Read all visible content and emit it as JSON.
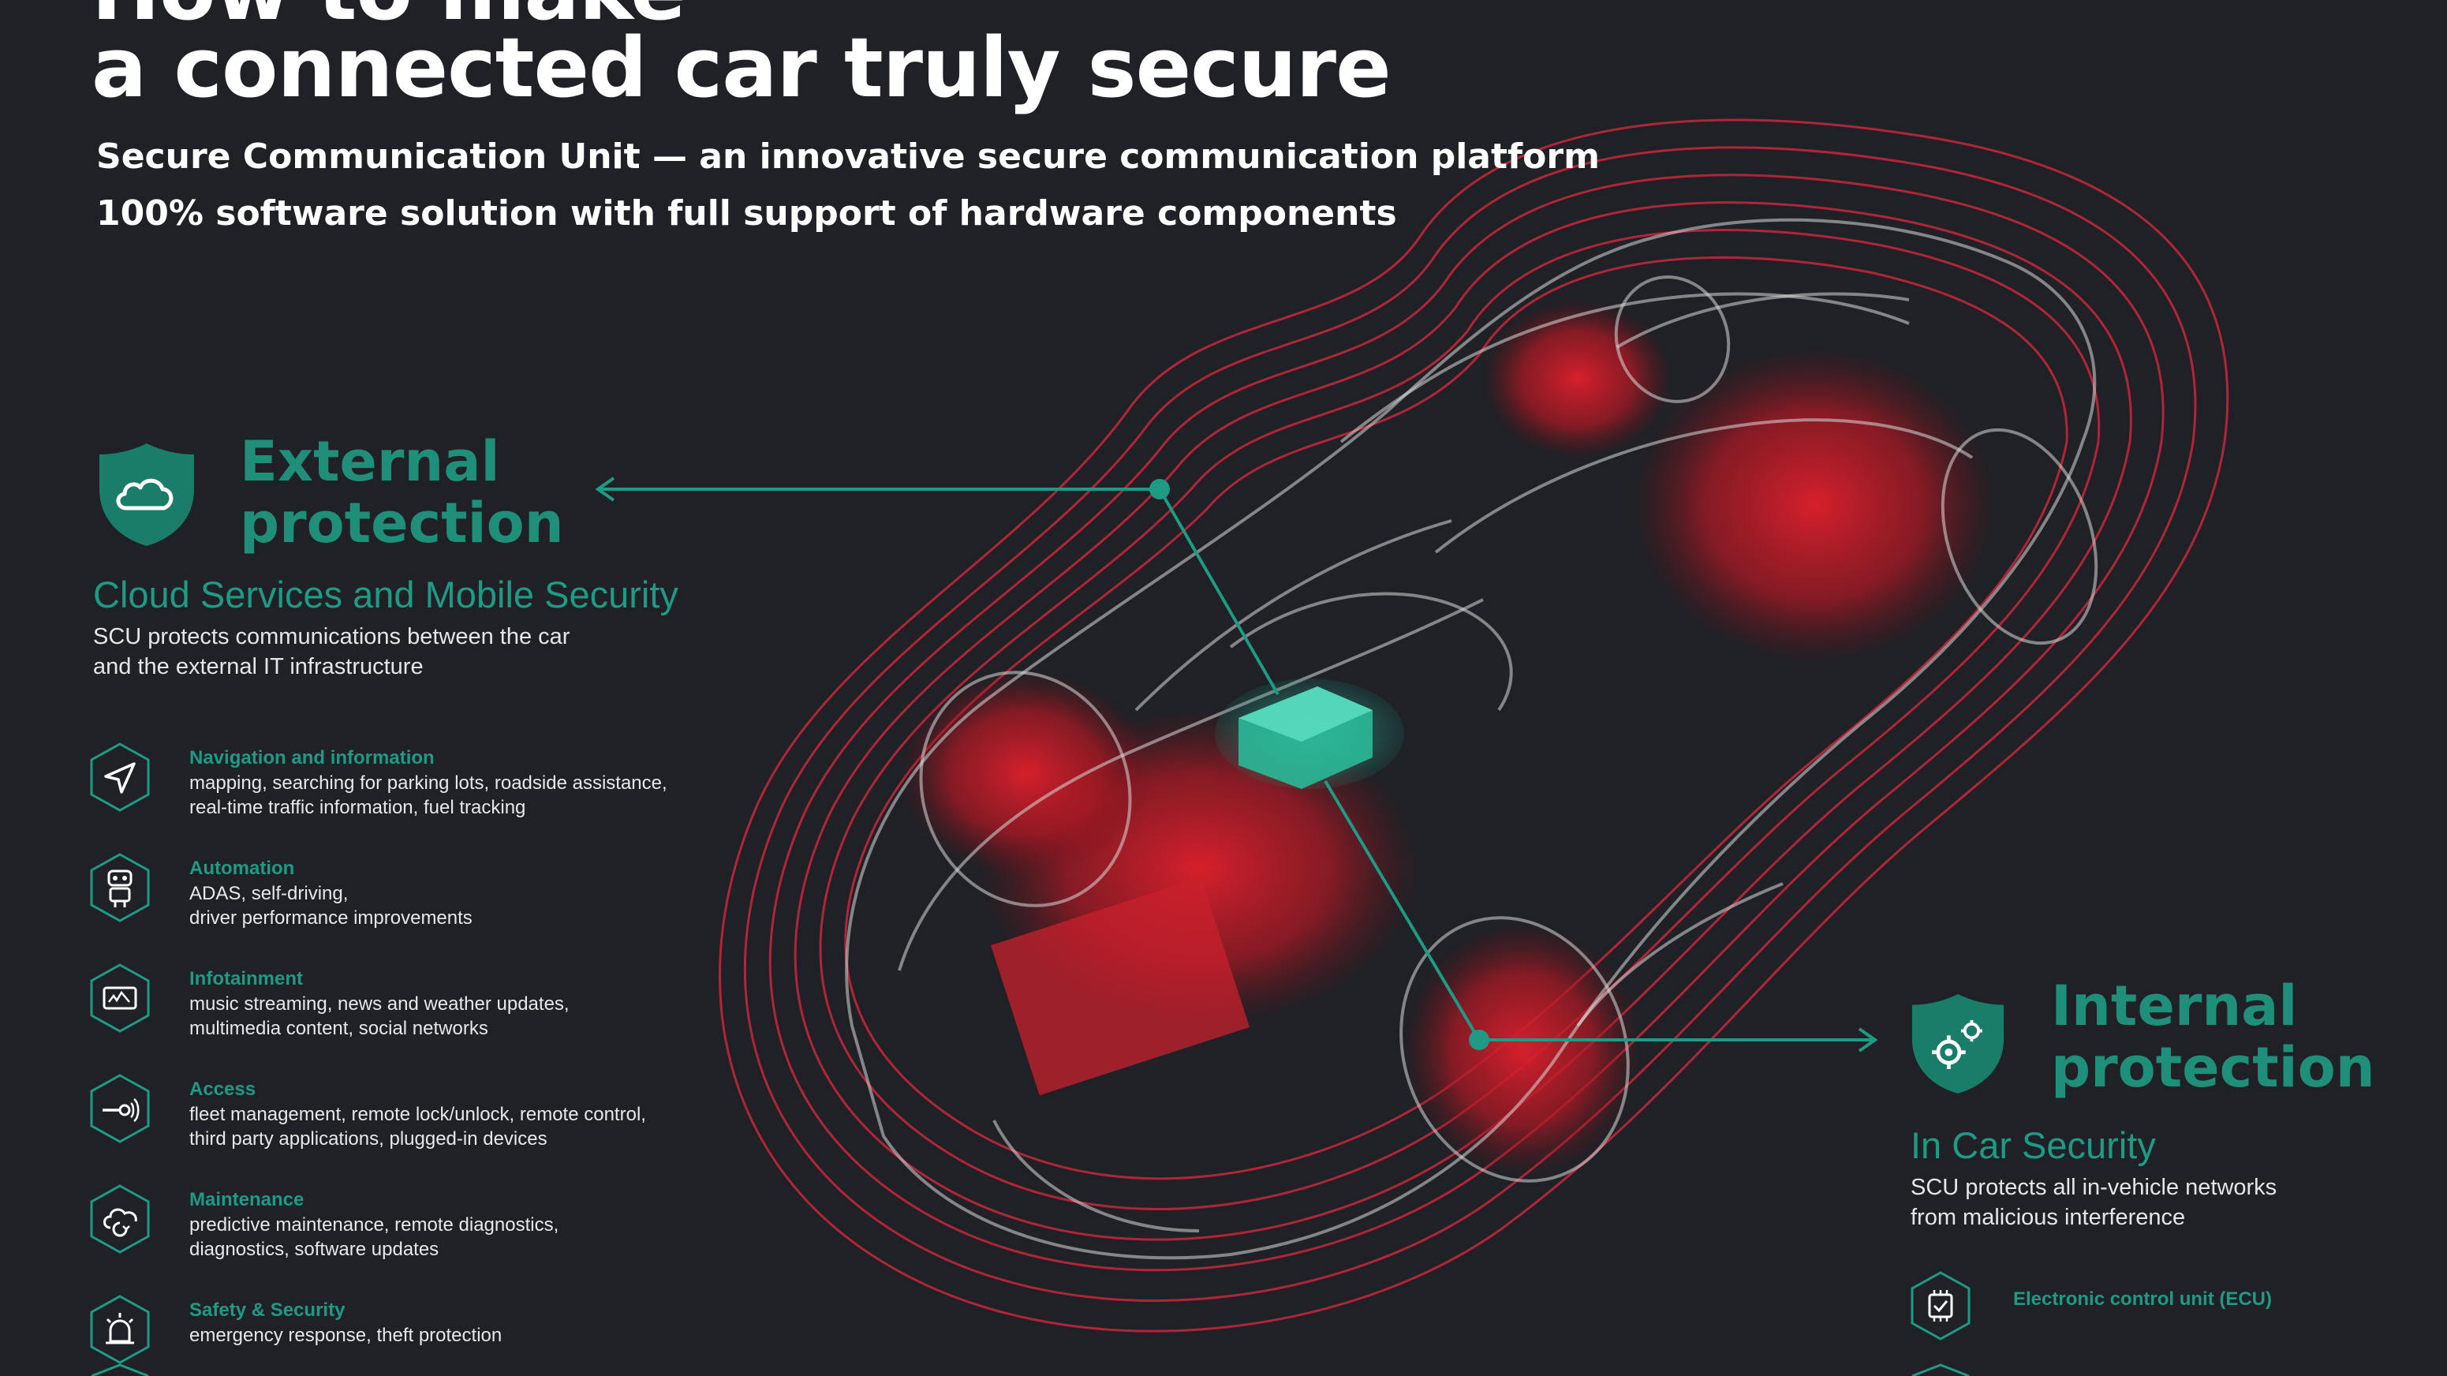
{
  "header": {
    "title_line1": "How to make",
    "title_line2": "a connected car truly secure",
    "subtitle_line1": "Secure Communication Unit — an innovative secure communication platform",
    "subtitle_line2": "100% software solution with full support of hardware components"
  },
  "external": {
    "heading_line1": "External",
    "heading_line2": "protection",
    "subheading": "Cloud Services and Mobile Security",
    "desc_line1": "SCU protects communications between the car",
    "desc_line2": "and the external IT infrastructure",
    "icon": "cloud-shield-icon"
  },
  "features": [
    {
      "title": "Navigation and information",
      "line1": "mapping, searching for parking lots, roadside assistance,",
      "line2": "real-time traffic information, fuel tracking",
      "icon": "navigation-arrow-icon"
    },
    {
      "title": "Automation",
      "line1": "ADAS, self-driving,",
      "line2": "driver performance improvements",
      "icon": "robot-icon"
    },
    {
      "title": "Infotainment",
      "line1": "music streaming, news and weather updates,",
      "line2": "multimedia content, social networks",
      "icon": "media-screen-icon"
    },
    {
      "title": "Access",
      "line1": "fleet management, remote lock/unlock, remote control,",
      "line2": "third party applications, plugged-in devices",
      "icon": "remote-key-icon"
    },
    {
      "title": "Maintenance",
      "line1": "predictive maintenance, remote diagnostics,",
      "line2": "diagnostics, software updates",
      "icon": "cloud-sync-icon"
    },
    {
      "title": "Safety & Security",
      "line1": "emergency response, theft protection",
      "line2": "",
      "icon": "alarm-siren-icon"
    }
  ],
  "internal": {
    "heading_line1": "Internal",
    "heading_line2": "protection",
    "subheading": "In Car Security",
    "desc_line1": "SCU protects all in-vehicle networks",
    "desc_line2": "from malicious interference",
    "icon": "gears-shield-icon"
  },
  "ecu": {
    "title": "Electronic control unit (ECU)",
    "icon": "chip-icon"
  },
  "colors": {
    "background": "#1f2126",
    "accent_teal": "#1f8f7a",
    "protection_red": "#c8283a",
    "text": "#ffffff"
  }
}
